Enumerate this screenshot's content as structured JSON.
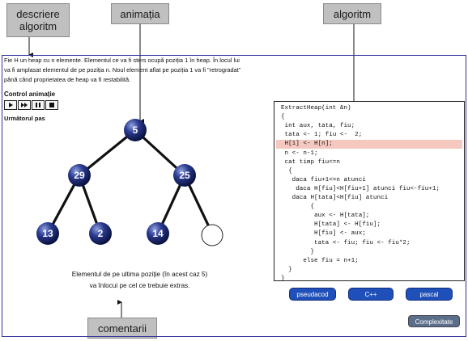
{
  "callouts": {
    "descriere": "descriere\nalgoritm",
    "animatia": "animația",
    "algoritm": "algoritm",
    "comentarii": "comentarii"
  },
  "description": "Fie H un heap cu n elemente. Elementul ce va fi sters ocupă poziția 1 în heap. În locul lui va fi amplasat elementul de pe poziția n. Noul element aflat pe poziția 1 va fi \"retrogradat\" până când proprietatea de heap va fi restabilită.",
  "controls": {
    "title": "Control animație",
    "next_step": "Următorul pas"
  },
  "tree": {
    "nodes": [
      {
        "id": "root",
        "value": "5"
      },
      {
        "id": "left",
        "value": "29"
      },
      {
        "id": "right",
        "value": "25"
      },
      {
        "id": "ll",
        "value": "13"
      },
      {
        "id": "lr",
        "value": "2"
      },
      {
        "id": "rl",
        "value": "14"
      },
      {
        "id": "rr",
        "value": ""
      }
    ]
  },
  "comment": "Elementul de pe ultima poziție (în acest caz 5) va înlocui pe cel ce trebuie extras.",
  "code": {
    "lines": [
      "ExtractHeap(int &n)",
      "{",
      " int aux, tata, fiu;",
      " tata <- 1; fiu <-  2;",
      " H[1] <- H[n];",
      " n <- n-1;",
      " cat timp fiu<=n",
      "  {",
      "   daca fiu+1<=n atunci",
      "    daca H[fiu]<H[fiu+1] atunci fiu<-fiu+1;",
      "   daca H[tata]<H[fiu] atunci",
      "        {",
      "         aux <- H[tata];",
      "         H[tata] <- H[fiu];",
      "         H[fiu] <- aux;",
      "         tata <- fiu; fiu <- fiu*2;",
      "        }",
      "      else fiu = n+1;",
      "  }",
      "}"
    ],
    "highlighted_line": 4
  },
  "buttons": {
    "pseudocod": "pseudacod",
    "cpp": "C++",
    "pascal": "pascal",
    "complexitate": "Complexitate"
  },
  "colors": {
    "node_fill": "#1c2a6e",
    "highlight": "#f5c8c0",
    "lang_button": "#1f4fb8"
  }
}
